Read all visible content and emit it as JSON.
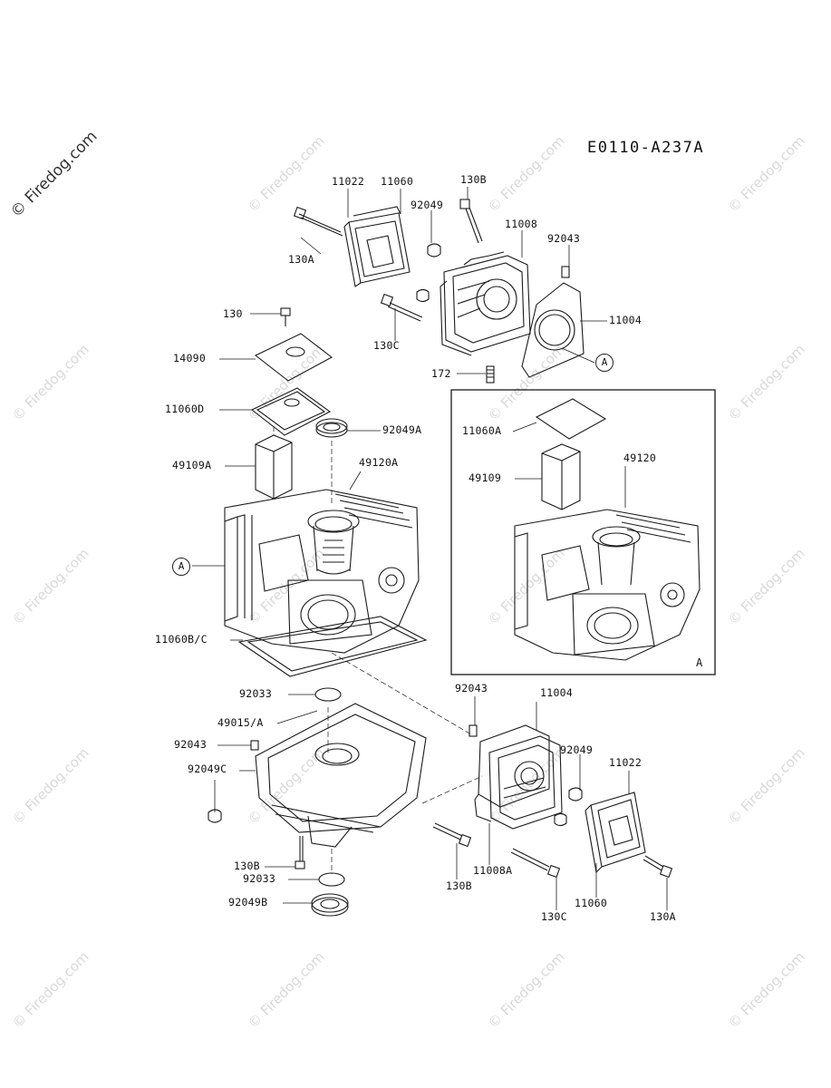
{
  "diagram": {
    "code": "E0110-A237A",
    "watermark": "© Firedog.com",
    "callout_letter": "A",
    "inset_label": "A",
    "parts": {
      "p11022_top": "11022",
      "p11060_top": "11060",
      "p130B_top": "130B",
      "p92049_top": "92049",
      "p11008": "11008",
      "p92043_top": "92043",
      "p130A_top": "130A",
      "p130": "130",
      "p11004_top": "11004",
      "p14090": "14090",
      "p130C_top": "130C",
      "p172": "172",
      "p11060D": "11060D",
      "p92049A": "92049A",
      "p11060A": "11060A",
      "p49109A": "49109A",
      "p49120A": "49120A",
      "p49109": "49109",
      "p49120": "49120",
      "p11060BC": "11060B/C",
      "p92033_top": "92033",
      "p92043_mid": "92043",
      "p11004_bottom": "11004",
      "p49015A": "49015/A",
      "p92043_left": "92043",
      "p92049_right": "92049",
      "p11022_bottom": "11022",
      "p92049C": "92049C",
      "p130B_left": "130B",
      "p92033_bottom": "92033",
      "p92049B": "92049B",
      "p11008A": "11008A",
      "p130B_bottom": "130B",
      "p130C_bottom": "130C",
      "p11060_bottom": "11060",
      "p130A_bottom": "130A"
    }
  }
}
